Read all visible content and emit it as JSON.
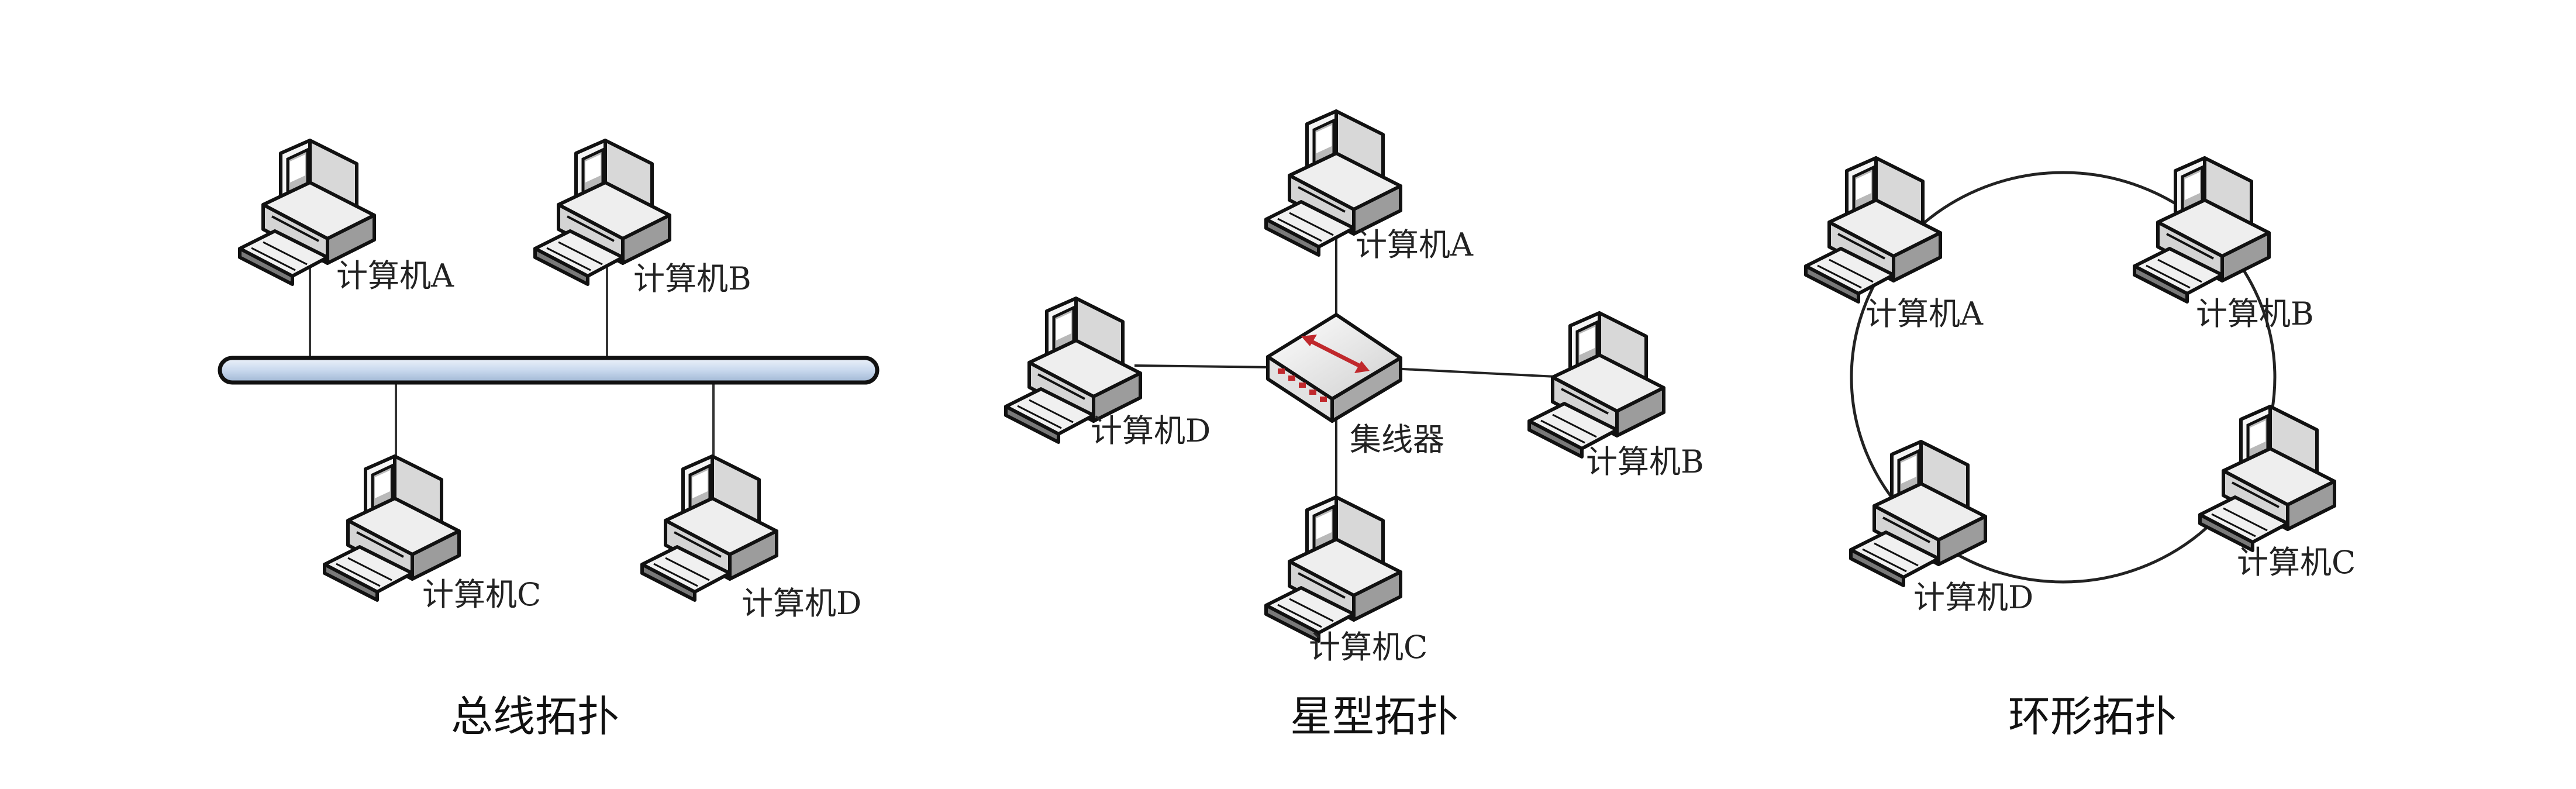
{
  "bus": {
    "computers": [
      "计算机A",
      "计算机B",
      "计算机C",
      "计算机D"
    ],
    "caption": "总线拓扑"
  },
  "star": {
    "computers": [
      "计算机A",
      "计算机B",
      "计算机C",
      "计算机D"
    ],
    "hub_label": "集线器",
    "caption": "星型拓扑"
  },
  "ring": {
    "computers": [
      "计算机A",
      "计算机B",
      "计算机C",
      "计算机D"
    ],
    "caption": "环形拓扑"
  },
  "icons": {
    "computer": "computer-icon",
    "hub": "hub-icon"
  },
  "colors": {
    "bus_cable": "#c9d9ee",
    "hub_arrows": "#c0282c",
    "link": "#222222"
  }
}
